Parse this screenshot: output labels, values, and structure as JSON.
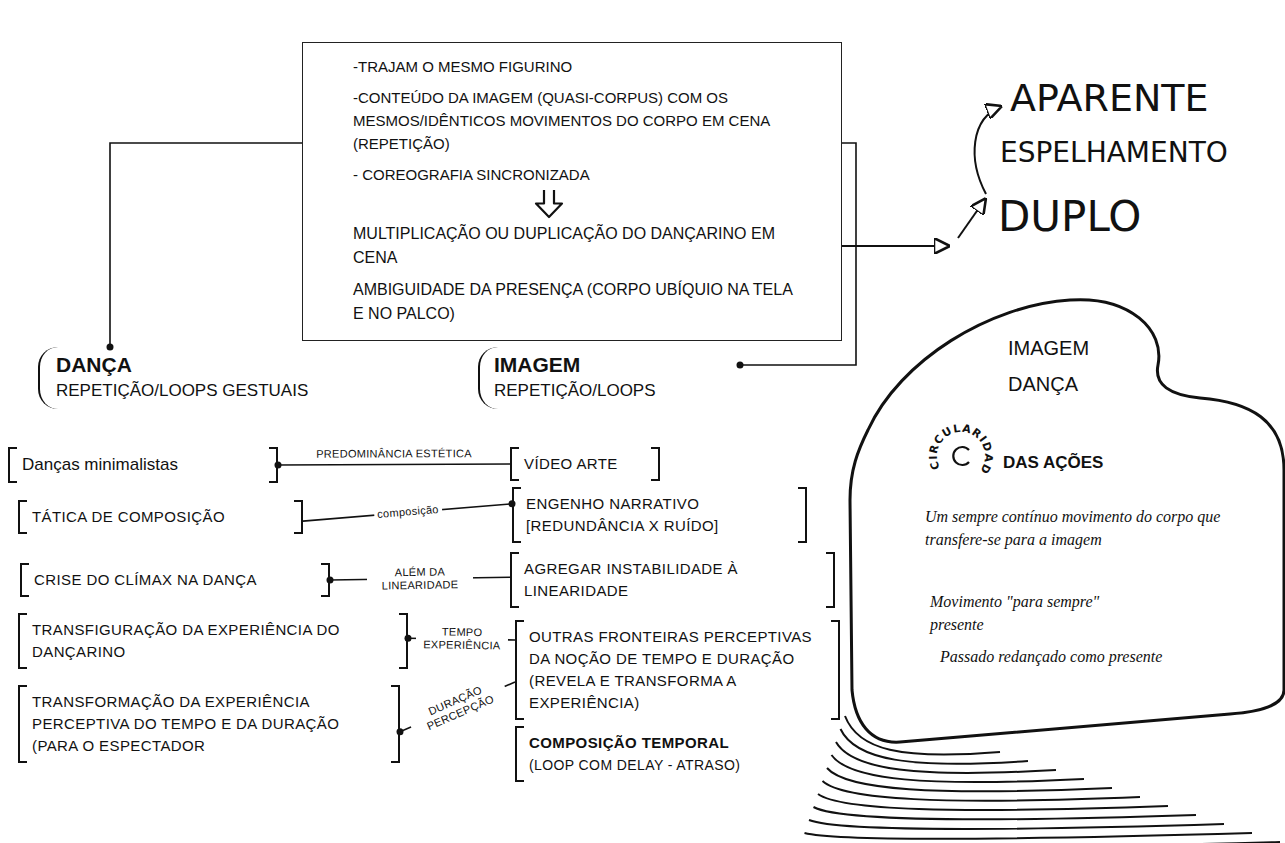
{
  "diagram": {
    "nodes": [
      {
        "text": [
          "-TRAJAM O MESMO FIGURINO",
          "-CONTEÚDO DA IMAGEM (QUASI-CORPUS) COM OS MESMOS/IDÊNTICOS MOVIMENTOS DO CORPO EM CENA (REPETIÇÃO)",
          "- COREOGRAFIA SINCRONIZADA",
          "MULTIPLICAÇÃO OU DUPLICAÇÃO DO DANÇARINO EM CENA",
          "AMBIGUIDADE DA PRESENÇA (CORPO UBÍQUIO NA TELA E NO PALCO)"
        ]
      },
      {
        "text": [
          "DANÇA",
          "REPETIÇÃO/LOOPS GESTUAIS"
        ]
      },
      {
        "text": [
          "IMAGEM",
          "REPETIÇÃO/LOOPS"
        ]
      },
      {
        "text": [
          "IMAGEM DANÇA",
          "CIRCULARIDADE",
          "DAS AÇÕES",
          "Um sempre contínuo movimento do corpo que transfere-se para a imagem",
          "Movimento \"para sempre\" presente",
          "Passado redançado como presente"
        ]
      },
      {
        "text": [
          "Danças minimalistas"
        ]
      },
      {
        "text": [
          "VÍDEO ARTE"
        ]
      },
      {
        "text": [
          "TÁTICA DE COMPOSIÇÃO"
        ]
      },
      {
        "text": [
          "ENGENHO NARRATIVO [REDUNDÂNCIA X RUÍDO]"
        ]
      },
      {
        "text": [
          "CRISE DO CLÍMAX NA DANÇA"
        ]
      },
      {
        "text": [
          "AGREGAR INSTABILIDADE À LINEARIDADE"
        ]
      },
      {
        "text": [
          "TRANSFIGURAÇÃO DA EXPERIÊNCIA DO DANÇARINO"
        ]
      },
      {
        "text": [
          "OUTRAS FRONTEIRAS PERCEPTIVAS DA NOÇÃO DE TEMPO E DURAÇÃO (REVELA E TRANSFORMA A EXPERIÊNCIA)"
        ]
      },
      {
        "text": [
          "TRANSFORMAÇÃO DA EXPERIÊNCIA PERCEPTIVA DO TEMPO E DA DURAÇÃO (PARA O ESPECTADOR"
        ]
      },
      {
        "text": [
          "COMPOSIÇÃO TEMPORAL",
          "(LOOP COM DELAY - ATRASO)"
        ]
      }
    ],
    "edges": [
      {
        "from": 0,
        "to": 1,
        "arrow": "none"
      },
      {
        "from": 0,
        "to": 2,
        "arrow": "none"
      },
      {
        "from": 4,
        "to": 5,
        "label": "PREDOMINÂNCIA ESTÉTICA",
        "arrow": "none"
      },
      {
        "from": 6,
        "to": 7,
        "label": "composição",
        "arrow": "none"
      },
      {
        "from": 8,
        "to": 9,
        "label": "ALÉM DA LINEARIDADE",
        "arrow": "none"
      },
      {
        "from": 10,
        "to": 11,
        "label": "TEMPO EXPERIÊNCIA",
        "arrow": "none"
      },
      {
        "from": 12,
        "to": 11,
        "label": "DURAÇÃO PERCEPÇÃO",
        "arrow": "none"
      }
    ],
    "labels": [
      "APARENTE",
      "ESPELHAMENTO",
      "DUPLO"
    ]
  }
}
